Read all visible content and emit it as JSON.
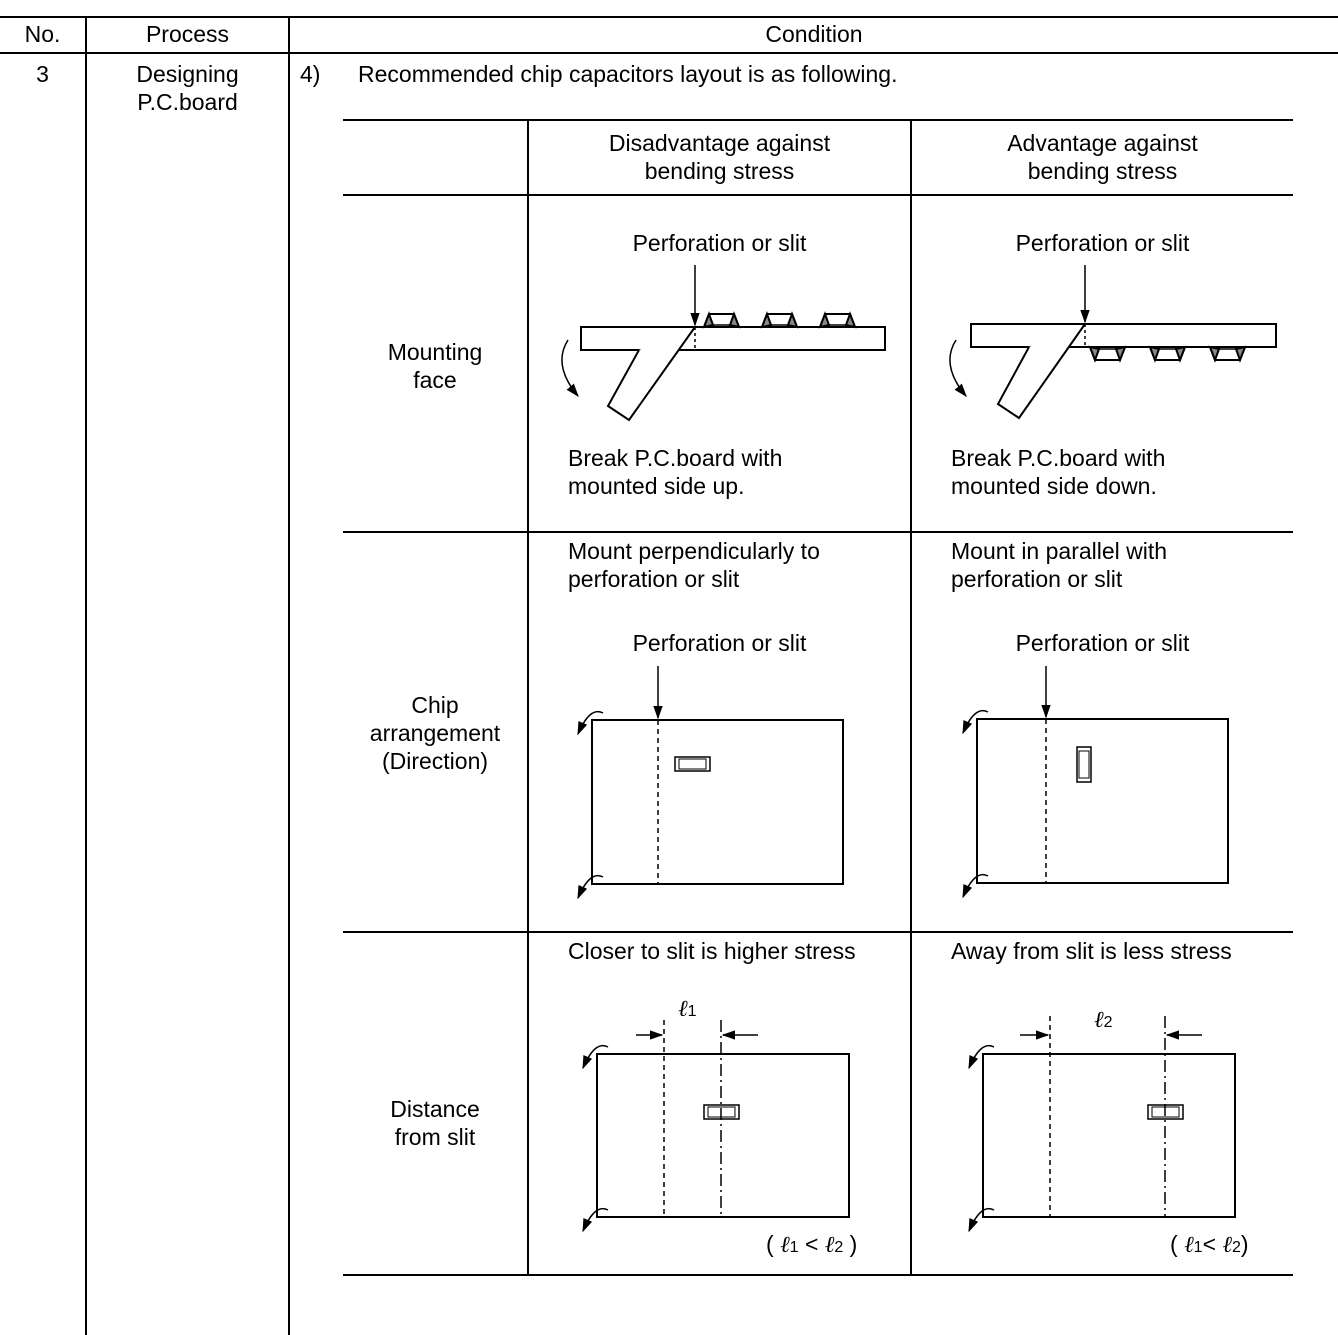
{
  "header": {
    "no": "No.",
    "process": "Process",
    "condition": "Condition"
  },
  "row": {
    "no": "3",
    "process_line1": "Designing",
    "process_line2": "P.C.board",
    "item_number": "4)",
    "item_text": "Recommended chip capacitors layout is as following."
  },
  "table": {
    "col_disadvantage_line1": "Disadvantage against",
    "col_disadvantage_line2": "bending stress",
    "col_advantage_line1": "Advantage against",
    "col_advantage_line2": "bending stress",
    "mounting": {
      "label_line1": "Mounting",
      "label_line2": "face",
      "perforation_label": "Perforation or slit",
      "dis_caption_line1": "Break P.C.board with",
      "dis_caption_line2": "mounted side up.",
      "adv_caption_line1": "Break P.C.board with",
      "adv_caption_line2": "mounted side down."
    },
    "chip": {
      "label_line1": "Chip",
      "label_line2": "arrangement",
      "label_line3": "(Direction)",
      "dis_note_line1": "Mount perpendicularly to",
      "dis_note_line2": "perforation or slit",
      "adv_note_line1": "Mount in parallel with",
      "adv_note_line2": "perforation or slit",
      "perforation_label": "Perforation or slit"
    },
    "distance": {
      "label_line1": "Distance",
      "label_line2": "from slit",
      "dis_note": "Closer to slit is higher stress",
      "adv_note": "Away from slit is less stress",
      "ell_symbol": "ℓ",
      "sub_1": "1",
      "sub_2": "2",
      "less_than": "<",
      "open_paren": "(",
      "close_paren": ")"
    }
  }
}
